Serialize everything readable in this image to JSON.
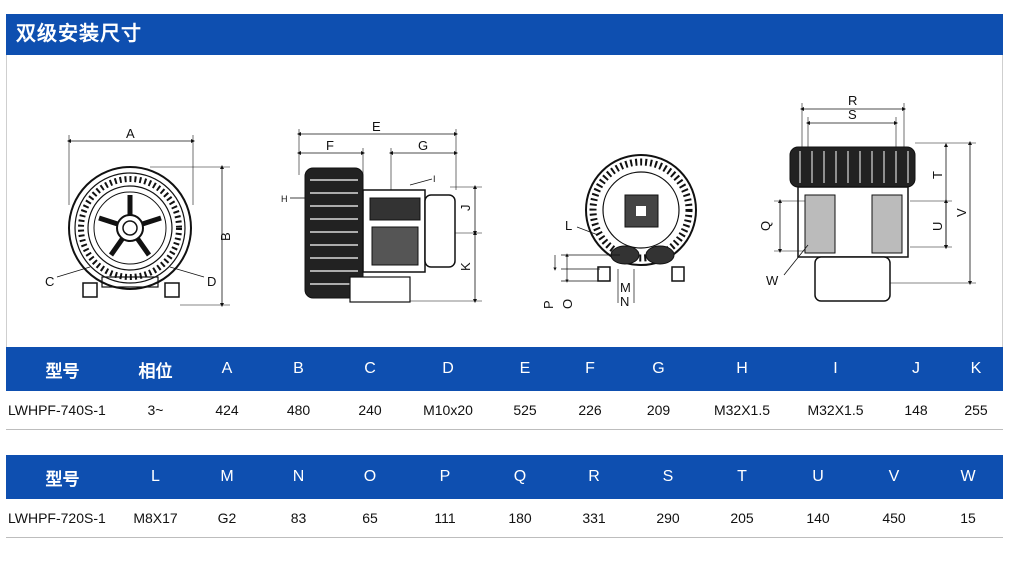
{
  "header": {
    "title": "双级安装尺寸"
  },
  "drawing_labels": {
    "front": {
      "A": "A",
      "B": "B",
      "C": "C",
      "D": "D"
    },
    "side": {
      "E": "E",
      "F": "F",
      "G": "G",
      "H": "H",
      "I": "I",
      "J": "J",
      "K": "K"
    },
    "rear": {
      "L": "L",
      "M": "M",
      "N": "N",
      "O": "O",
      "P": "P"
    },
    "top": {
      "R": "R",
      "S": "S",
      "T": "T",
      "U": "U",
      "V": "V",
      "Q": "Q",
      "W": "W"
    }
  },
  "table1": {
    "headers": [
      "型号",
      "相位",
      "A",
      "B",
      "C",
      "D",
      "E",
      "F",
      "G",
      "H",
      "I",
      "J",
      "K"
    ],
    "rows": [
      [
        "LWHPF-740S-1",
        "3~",
        "424",
        "480",
        "240",
        "M10x20",
        "525",
        "226",
        "209",
        "M32X1.5",
        "M32X1.5",
        "148",
        "255"
      ]
    ]
  },
  "table2": {
    "headers": [
      "型号",
      "L",
      "M",
      "N",
      "O",
      "P",
      "Q",
      "R",
      "S",
      "T",
      "U",
      "V",
      "W"
    ],
    "rows": [
      [
        "LWHPF-720S-1",
        "M8X17",
        "G2",
        "83",
        "65",
        "111",
        "180",
        "331",
        "290",
        "205",
        "140",
        "450",
        "15"
      ]
    ]
  }
}
